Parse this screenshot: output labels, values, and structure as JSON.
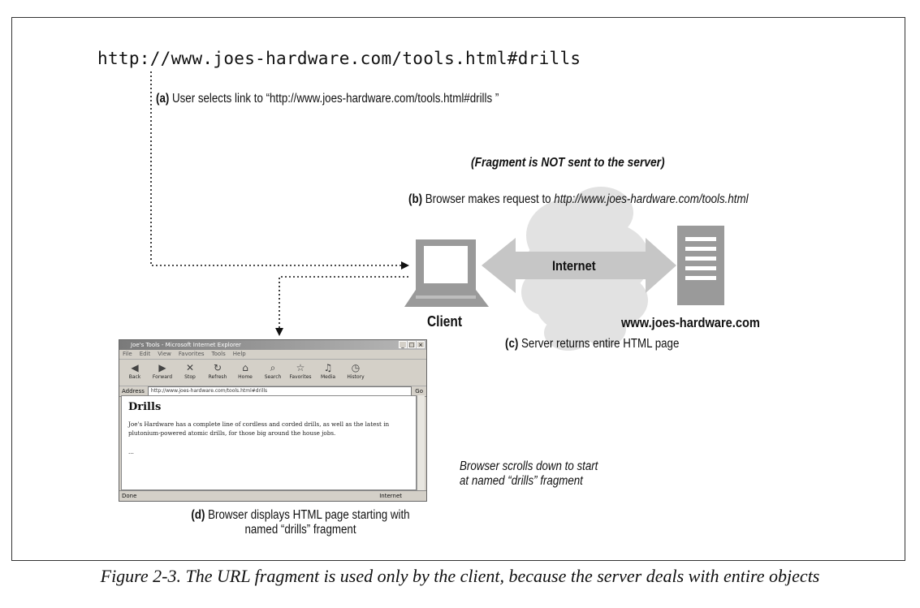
{
  "url_text": "http://www.joes-hardware.com/tools.html#drills",
  "step_a": {
    "letter": "(a)",
    "text": "User selects link to “http://www.joes-hardware.com/tools.html#drills ”"
  },
  "fragment_note": "(Fragment is NOT sent to the server)",
  "step_b": {
    "letter": "(b)",
    "text": "Browser makes request to ",
    "url": "http://www.joes-hardware.com/tools.html"
  },
  "step_c": {
    "letter": "(c)",
    "text": "Server returns entire HTML page"
  },
  "step_d": {
    "letter": "(d)",
    "line1": "Browser displays HTML page starting with",
    "line2": "named “drills” fragment"
  },
  "scroll_note": {
    "line1": "Browser scrolls down to start",
    "line2": "at named “drills” fragment"
  },
  "client_label": "Client",
  "internet_label": "Internet",
  "server_label": "www.joes-hardware.com",
  "caption": "Figure 2-3. The URL fragment is used only by the client, because the server deals with entire objects",
  "browser": {
    "title": "Joe's Tools - Microsoft Internet Explorer",
    "title_buttons": [
      "_",
      "□",
      "×"
    ],
    "menu": [
      "File",
      "Edit",
      "View",
      "Favorites",
      "Tools",
      "Help"
    ],
    "toolbar": [
      "Back",
      "Forward",
      "Stop",
      "Refresh",
      "Home",
      "Search",
      "Favorites",
      "Media",
      "History"
    ],
    "address_label": "Address",
    "address_value": "http://www.joes-hardware.com/tools.html#drills",
    "go_label": "Go",
    "heading": "Drills",
    "body": "Joe's Hardware has a complete line of cordless and corded drills, as well as the latest in plutonium-powered atomic drills, for those big around the house jobs.",
    "ellipsis": "...",
    "status_left": "Done",
    "status_right": "Internet"
  },
  "colors": {
    "arrow": "#c4c4c4",
    "cloud": "#e0e0e0",
    "device": "#9a9a9a"
  }
}
